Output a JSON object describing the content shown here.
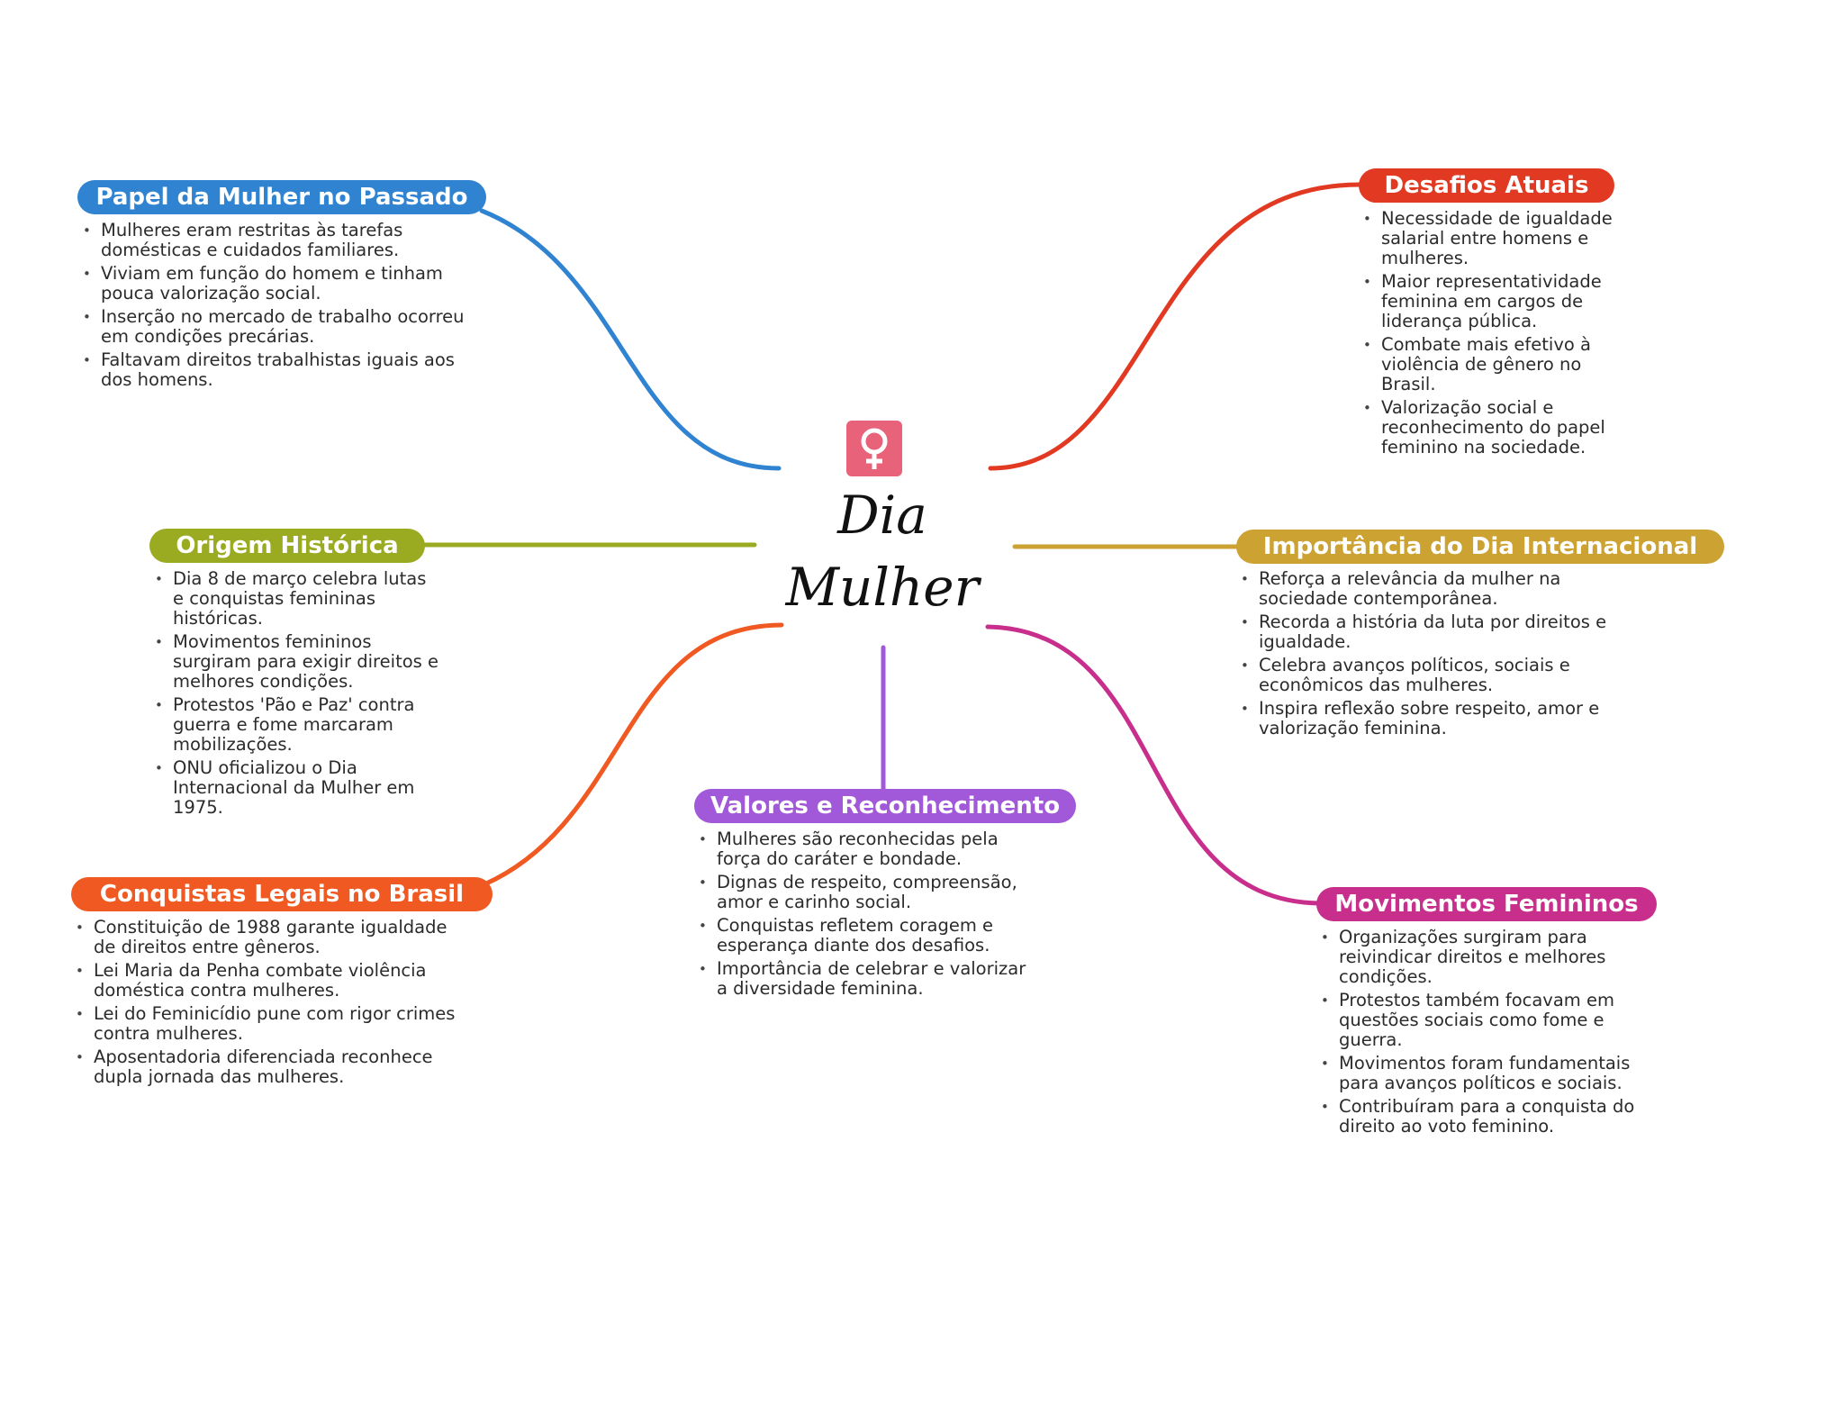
{
  "center": {
    "icon": "female-symbol-icon",
    "title_line1": "Dia",
    "title_line2": "Mulher",
    "icon_color": "#e8627a"
  },
  "branches": {
    "papel": {
      "title": "Papel da Mulher no Passado",
      "color": "#2f83d1",
      "bullets": [
        "Mulheres eram restritas às tarefas domésticas e cuidados familiares.",
        "Viviam em função do homem e tinham pouca valorização social.",
        "Inserção no mercado de trabalho ocorreu em condições precárias.",
        "Faltavam direitos trabalhistas iguais aos dos homens."
      ]
    },
    "origem": {
      "title": "Origem Histórica",
      "color": "#9aab22",
      "bullets": [
        "Dia 8 de março celebra lutas e conquistas femininas históricas.",
        "Movimentos femininos surgiram para exigir direitos e melhores condições.",
        "Protestos 'Pão e Paz' contra guerra e fome marcaram mobilizações.",
        "ONU oficializou o Dia Internacional da Mulher em 1975."
      ]
    },
    "conquistas": {
      "title": "Conquistas Legais no Brasil",
      "color": "#f05a22",
      "bullets": [
        "Constituição de 1988 garante igualdade de direitos entre gêneros.",
        "Lei Maria da Penha combate violência doméstica contra mulheres.",
        "Lei do Feminicídio pune com rigor crimes contra mulheres.",
        "Aposentadoria diferenciada reconhece dupla jornada das mulheres."
      ]
    },
    "valores": {
      "title": "Valores e Reconhecimento",
      "color": "#a259d9",
      "bullets": [
        "Mulheres são reconhecidas pela força do caráter e bondade.",
        "Dignas de respeito, compreensão, amor e carinho social.",
        "Conquistas refletem coragem e esperança diante dos desafios.",
        "Importância de celebrar e valorizar a diversidade feminina."
      ]
    },
    "desafios": {
      "title": "Desafios Atuais",
      "color": "#e23a22",
      "bullets": [
        "Necessidade de igualdade salarial entre homens e mulheres.",
        "Maior representatividade feminina em cargos de liderança pública.",
        "Combate mais efetivo à violência de gênero no Brasil.",
        "Valorização social e reconhecimento do papel feminino na sociedade."
      ]
    },
    "importancia": {
      "title": "Importância do Dia Internacional",
      "color": "#cca233",
      "bullets": [
        "Reforça a relevância da mulher na sociedade contemporânea.",
        "Recorda a história da luta por direitos e igualdade.",
        "Celebra avanços políticos, sociais e econômicos das mulheres.",
        "Inspira reflexão sobre respeito, amor e valorização feminina."
      ]
    },
    "movimentos": {
      "title": "Movimentos Femininos",
      "color": "#c82e8b",
      "bullets": [
        "Organizações surgiram para reivindicar direitos e melhores condições.",
        "Protestos também focavam em questões sociais como fome e guerra.",
        "Movimentos foram fundamentais para avanços políticos e sociais.",
        "Contribuíram para a conquista do direito ao voto feminino."
      ]
    }
  }
}
